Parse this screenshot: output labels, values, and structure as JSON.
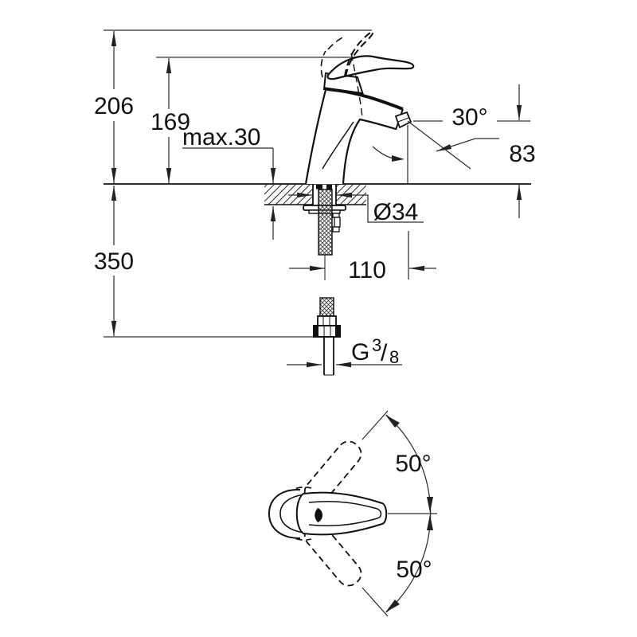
{
  "drawing": {
    "background": "#ffffff",
    "line_color": "#111111",
    "dim_line_color": "#2f2f2f",
    "labels": {
      "height_overall": "206",
      "height_to_lever": "169",
      "deck_thickness": "max.30",
      "spout_angle": "30°",
      "outlet_height": "83",
      "hole_diameter": "Ø34",
      "spout_projection": "110",
      "hose_length": "350",
      "thread_g": "G",
      "thread_numerator": "3",
      "thread_slash": "/",
      "thread_denominator": "8",
      "handle_swivel_upper": "50°",
      "handle_swivel_lower": "50°"
    }
  }
}
